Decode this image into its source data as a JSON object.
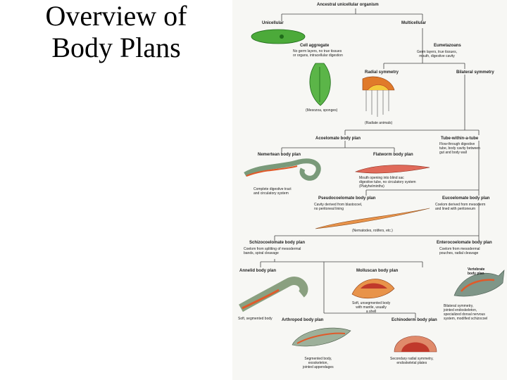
{
  "title": {
    "line1": "Overview of",
    "line2": "Body Plans"
  },
  "labels": {
    "ancestral": "Ancestral unicellular organism",
    "unicellular": "Unicellular",
    "multicellular": "Multicellular",
    "cell_aggregate": "Cell aggregate",
    "cell_aggregate_desc": "No germ layers, no true tissues\nor organs, intracellular digestion",
    "mesozoa": "(Mesozoa, sponges)",
    "eumetazoans": "Eumetazoans",
    "eumetazoans_desc": "Germ layers, true tissues,\nmouth, digestive cavity",
    "radial_symmetry": "Radial symmetry",
    "bilateral_symmetry": "Bilateral symmetry",
    "radiate_animals": "(Radiate animals)",
    "acoelomate": "Acoelomate body plan",
    "tube_within_tube": "Tube-within-a-tube",
    "tube_desc": "Flow-through digestive\ntube, body cavity between\ngut and body wall",
    "nemertean": "Nemertean body plan",
    "flatworm": "Flatworm body plan",
    "flatworm_desc": "Mouth opening into blind sac\ndigestive tube, no circulatory system\n(Platyhelminths)",
    "nemertean_desc": "Complete digestive tract\nand circulatory system",
    "pseudocoelomate": "Pseudocoelomate body plan",
    "pseudo_desc": "Cavity derived from blastocoel,\nno peritoneal lining",
    "nematodes": "(Nematodes, rotifers, etc.)",
    "eucoelomate": "Eucoelomate body plan",
    "eucoel_desc": "Coelom derived from mesoderm\nand lined with peritoneum",
    "schizocoelomate": "Schizocoelomate body plan",
    "schizo_desc": "Coelom from splitting of mesodermal\nbands, spiral cleavage",
    "enterocoelomate": "Enterocoelomate body plan",
    "entero_desc": "Coelom from mesodermal\npouches, radial cleavage",
    "annelid": "Annelid body plan",
    "annelid_desc": "Soft, segmented body",
    "molluscan": "Molluscan body plan",
    "mollusc_desc": "Soft, unsegmented body\nwith mantle, usually\na shell",
    "vertebrate": "Vertebrate\nbody plan",
    "vertebrate_desc": "Bilateral symmetry,\njointed endoskeleton,\nspecialized dorsal nervous\nsystem, modified schizocoel",
    "arthropod": "Arthropod body plan",
    "arthropod_desc": "Segmented body,\nexoskeleton,\njointed appendages",
    "echinoderm": "Echinoderm body plan",
    "echino_desc": "Secondary radial symmetry,\nendoskeletal plates"
  }
}
